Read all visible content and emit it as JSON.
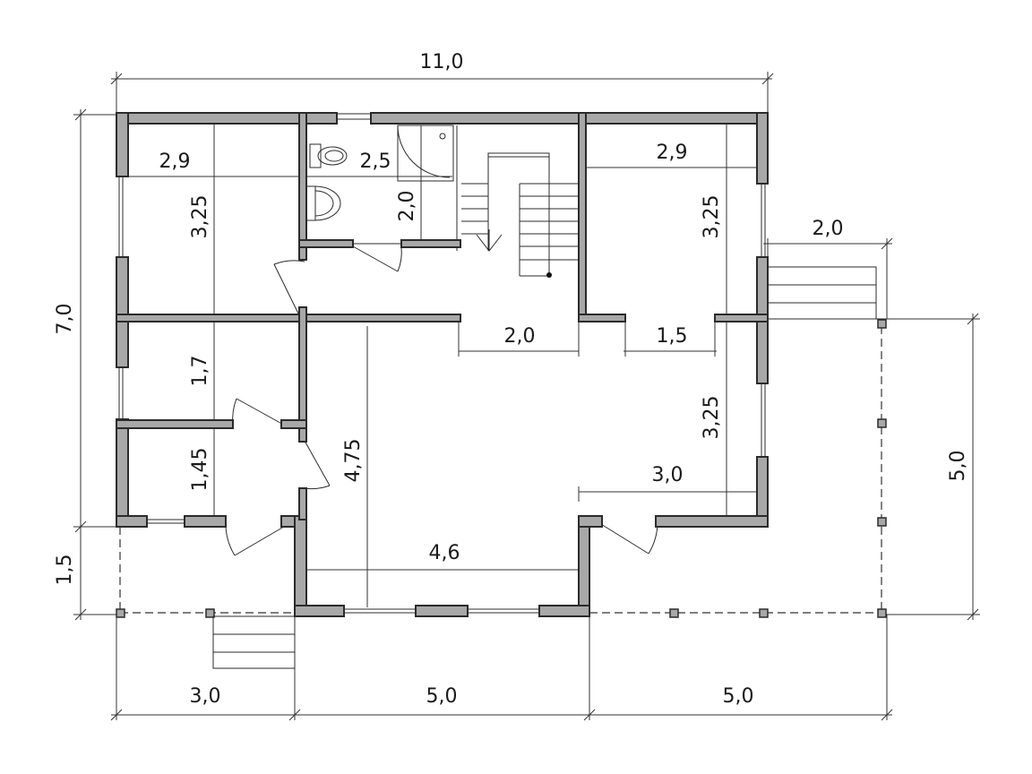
{
  "dimensions": {
    "overall_width": "11,0",
    "overall_depth": "7,0",
    "terrace_depth_left": "1,5",
    "terrace_depth_right": "5,0",
    "porch_width": "2,0",
    "bottom_left": "3,0",
    "bottom_middle": "5,0",
    "bottom_right": "5,0"
  },
  "rooms": {
    "room_top_left_width": "2,9",
    "room_top_left_depth": "3,25",
    "bathroom_width": "2,5",
    "bathroom_depth": "2,0",
    "room_top_right_width": "2,9",
    "room_top_right_depth": "3,25",
    "hall_opening_left": "2,0",
    "hall_opening_right": "1,5",
    "room_right_lower_depth": "3,25",
    "room_right_lower_width": "3,0",
    "small_room_depth": "1,7",
    "entry_room_depth": "1,45",
    "living_depth": "4,75",
    "living_width": "4,6"
  }
}
